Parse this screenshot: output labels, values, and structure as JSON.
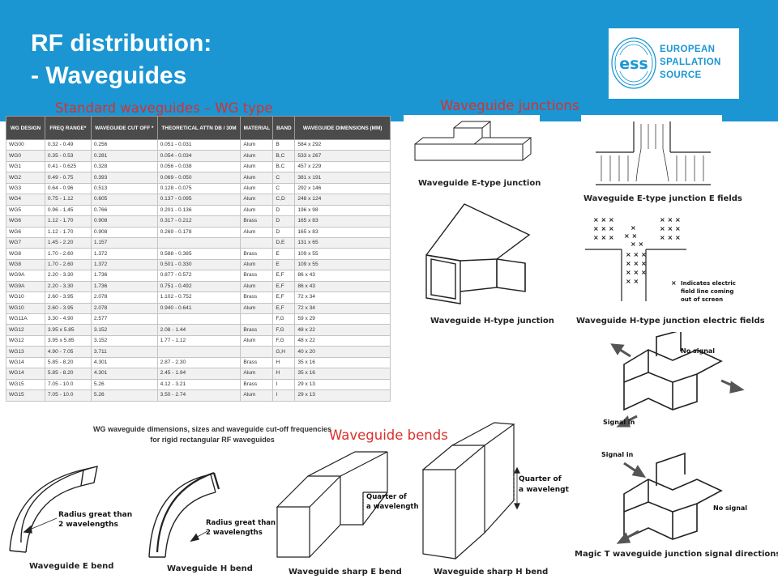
{
  "slide": {
    "title_line1": "RF distribution:",
    "title_line2": "- Waveguides"
  },
  "logo": {
    "mark": "ess",
    "line1": "EUROPEAN",
    "line2": "SPALLATION",
    "line3": "SOURCE"
  },
  "colors": {
    "header": "#1b96d3",
    "label": "#d9302c"
  },
  "labels": {
    "standard": "Standard waveguides – WG type",
    "junctions": "Waveguide junctions",
    "bends": "Waveguide bends"
  },
  "table": {
    "headers": [
      "WG DESIGN",
      "FREQ RANGE*",
      "WAVEGUIDE CUT OFF *",
      "THEORETICAL ATTN DB / 30M",
      "MATERIAL",
      "BAND",
      "WAVEGUIDE DIMENSIONS (MM)"
    ],
    "rows": [
      [
        "WG00",
        "0.32 - 0.49",
        "0.256",
        "0.051 - 0.031",
        "Alum",
        "B",
        "584 x 292"
      ],
      [
        "WG0",
        "0.35 - 0.53",
        "0.281",
        "0.054 - 0.034",
        "Alum",
        "B,C",
        "533 x 267"
      ],
      [
        "WG1",
        "0.41 - 0.625",
        "0.328",
        "0.056 - 0.038",
        "Alum",
        "B,C",
        "457 x 229"
      ],
      [
        "WG2",
        "0.49 - 0.75",
        "0.393",
        "0.069 - 0.050",
        "Alum",
        "C",
        "381 x 191"
      ],
      [
        "WG3",
        "0.64 - 0.96",
        "0.513",
        "0.128 - 0.075",
        "Alum",
        "C",
        "292 x 146"
      ],
      [
        "WG4",
        "0.75 - 1.12",
        "0.605",
        "0.137 - 0.095",
        "Alum",
        "C,D",
        "248 x 124"
      ],
      [
        "WG5",
        "0.96 - 1.45",
        "0.766",
        "0.201 - 0.136",
        "Alum",
        "D",
        "196 x 98"
      ],
      [
        "WG6",
        "1.12 - 1.70",
        "0.908",
        "0.317 - 0.212",
        "Brass",
        "D",
        "165 x 83"
      ],
      [
        "WG6",
        "1.12 - 1.70",
        "0.908",
        "0.269 - 0.178",
        "Alum",
        "D",
        "165 x 83"
      ],
      [
        "WG7",
        "1.45 - 2.20",
        "1.157",
        "",
        "",
        "D,E",
        "131 x 65"
      ],
      [
        "WG8",
        "1.70 - 2.60",
        "1.372",
        "0.588 - 0.385",
        "Brass",
        "E",
        "109 x 55"
      ],
      [
        "WG8",
        "1.70 - 2.60",
        "1.372",
        "0.501 - 0.330",
        "Alum",
        "E",
        "109 x 55"
      ],
      [
        "WG9A",
        "2.20 - 3.30",
        "1.736",
        "0.877 - 0.572",
        "Brass",
        "E,F",
        "86 x 43"
      ],
      [
        "WG9A",
        "2.20 - 3.30",
        "1.736",
        "0.751 - 0.492",
        "Alum",
        "E,F",
        "86 x 43"
      ],
      [
        "WG10",
        "2.60 - 3.95",
        "2.078",
        "1.102 - 0.752",
        "Brass",
        "E,F",
        "72 x 34"
      ],
      [
        "WG10",
        "2.60 - 3.95",
        "2.078",
        "0.940 - 0.641",
        "Alum",
        "E,F",
        "72 x 34"
      ],
      [
        "WG11A",
        "3.30 - 4.90",
        "2.577",
        "",
        "",
        "F,G",
        "59 x 29"
      ],
      [
        "WG12",
        "3.95 x 5.85",
        "3.152",
        "2.08 - 1.44",
        "Brass",
        "F,G",
        "48 x 22"
      ],
      [
        "WG12",
        "3.95 x 5.85",
        "3.152",
        "1.77 - 1.12",
        "Alum",
        "F,G",
        "48 x 22"
      ],
      [
        "WG13",
        "4.90 - 7.05",
        "3.711",
        "",
        "",
        "G,H",
        "40 x 20"
      ],
      [
        "WG14",
        "5.85 - 8.20",
        "4.301",
        "2.87 - 2.30",
        "Brass",
        "H",
        "35 x 16"
      ],
      [
        "WG14",
        "5.85 - 8.20",
        "4.301",
        "2.45 - 1.94",
        "Alum",
        "H",
        "35 x 16"
      ],
      [
        "WG15",
        "7.05 - 10.0",
        "5.26",
        "4.12 - 3.21",
        "Brass",
        "I",
        "29 x 13"
      ],
      [
        "WG15",
        "7.05 - 10.0",
        "5.26",
        "3.50 - 2.74",
        "Alum",
        "I",
        "29 x 13"
      ]
    ],
    "caption_line1": "WG waveguide dimensions, sizes and waveguide cut-off frequencies",
    "caption_line2": "for rigid rectangular RF waveguides"
  },
  "figures": {
    "e_junction": "Waveguide E-type junction",
    "e_fields": "Waveguide E-type junction E fields",
    "h_junction": "Waveguide H-type junction",
    "h_fields": "Waveguide H-type junction electric fields",
    "h_fields_note1": "Indicates electric",
    "h_fields_note2": "field line coming",
    "h_fields_note3": "out of screen",
    "magic_no_signal": "No signal",
    "magic_signal_in": "Signal in",
    "magic_t": "Magic T waveguide junction signal directions",
    "e_bend": "Waveguide E bend",
    "h_bend": "Waveguide H bend",
    "sharp_e": "Waveguide sharp E bend",
    "sharp_h": "Waveguide sharp H bend",
    "radius_line1": "Radius great than",
    "radius_line2": "2 wavelengths",
    "quarter_line1": "Quarter of",
    "quarter_line2": "a wavelength",
    "quarter_line2_trunc": "a wavelengt"
  }
}
